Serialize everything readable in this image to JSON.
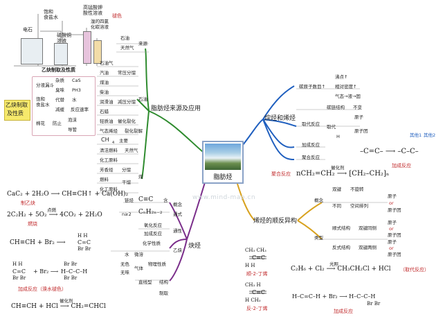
{
  "center": {
    "label": "脂肪烃"
  },
  "colors": {
    "left_branch": "#2e8b2e",
    "right_branch": "#1f5fbf",
    "bottom_left_branch": "#7a2d8a",
    "bottom_right_branch": "#d8a21f",
    "highlight_box": "#f6e96b",
    "red_text": "#c0282a"
  },
  "apparatus": {
    "title": "乙炔制取及性质",
    "labels": [
      "饱和",
      "食盐水",
      "高锰酸钾",
      "酸性溶液",
      "褪色",
      "电石",
      "硫酸铜",
      "溶液",
      "溴的四氯",
      "化碳溶液"
    ]
  },
  "source": {
    "title": "脂肪烃来源及应用",
    "nodes": [
      "石油",
      "天然气",
      "来源",
      "石油气",
      "汽油",
      "煤油",
      "柴油",
      "润滑油",
      "石蜡",
      "轻质油",
      "气态烯烃",
      "常压分馏",
      "减压分馏",
      "催化裂化",
      "裂化裂解",
      "石油",
      "CH",
      "4",
      "主要",
      "清洁燃料",
      "化工原料",
      "天然气",
      "芳香烃",
      "燃料",
      "化工原料",
      "分馏",
      "干馏",
      "煤"
    ]
  },
  "acetylene_box": {
    "title": [
      "乙炔制取",
      "及性质"
    ],
    "rows": [
      [
        "分液漏斗",
        "杂质",
        "CaS"
      ],
      [
        "饱和",
        "食盐水",
        "臭味",
        "PH3"
      ],
      [
        "",
        "代替",
        "水"
      ],
      [
        "",
        "减缓",
        "反应速率"
      ],
      [
        "棉花",
        "防止",
        "泡沫"
      ],
      [
        "",
        "",
        "导管"
      ]
    ]
  },
  "left_eqs": {
    "e1": "CaC₂ + 2H₂O ⟶ CH≡CH↑ + Ca(OH)₂",
    "e1_note": "制乙炔",
    "e2": "2C₂H₂ + 5O₂ ⟶ 4CO₂ + 2H₂O",
    "e2_over": "点燃",
    "e2_note": "燃烧",
    "e3": "CH≡CH + Br₂ ⟶",
    "e3_product": [
      "H  H",
      "C=C",
      "Br Br"
    ],
    "e4_left": [
      "H  H",
      "C=C",
      "Br Br"
    ],
    "e4_mid": "+ Br₂ ⟶",
    "e4_product": [
      "Br Br",
      "H–C–C–H",
      "Br Br"
    ],
    "e4_note": "加成反应（溴水褪色）",
    "e5": "CH≡CH + HCl ⟶ CH₂=CHCl",
    "e5_over": "催化剂"
  },
  "alkyne": {
    "title": "炔烃",
    "nodes": [
      "链烃",
      "C≡C",
      "含",
      "概念",
      "n≥2",
      "CₙH₂ₙ₋₂",
      "通式",
      "氧化反应",
      "加成反应",
      "化学性质",
      "通性",
      "水",
      "微溶",
      "无色",
      "气体",
      "无味",
      "物理性质",
      "直线型",
      "结构",
      "乙炔",
      "制取"
    ]
  },
  "alkene_right": {
    "title": "烷烃和烯烃",
    "nodes": [
      "碳原子数目↑",
      "沸点↑",
      "相对密度↑",
      "气态→液→固",
      "取代反应",
      "碳链结构",
      "不变",
      "取代",
      "原子",
      "原子团",
      "H",
      "加成反应",
      "聚合反应"
    ],
    "side_note": [
      "其他1",
      "其他2"
    ],
    "eq_add": "–C=C– ⟶ –C–C–",
    "eq_add_note": "加成反应",
    "poly_label": "聚合反应",
    "poly_eq": "nCH₂=CH₂ ⟶ [CH₂–CH₂]ₙ",
    "poly_over": "催化剂"
  },
  "isomer": {
    "title": "烯烃的顺反异构",
    "nodes": [
      "概念",
      "双键",
      "不旋转",
      "不同",
      "空间排列",
      "原子",
      "or",
      "原子团",
      "类型",
      "顺式结构",
      "双键同侧",
      "原子",
      "or",
      "原子团",
      "反式结构",
      "双键两侧",
      "原子",
      "or",
      "原子团"
    ],
    "cis_label": "顺-2-丁烯",
    "trans_label": "反-2-丁烯",
    "cis_struct": [
      "CH₃   CH₃",
      "C=C",
      "H     H"
    ],
    "trans_struct": [
      "CH₃   H",
      "C=C",
      "H     CH₃"
    ],
    "sub_eq": "C₂H₆ + Cl₂ ⟶ CH₃CH₂Cl + HCl",
    "sub_over": "光照",
    "sub_note": "（取代反应）",
    "add_eq": "H–C=C–H + Br₂ ⟶ H–C–C–H",
    "add_note": "加成反应",
    "add_sub": [
      "Br Br"
    ]
  },
  "watermark": "www.mind-map.cn"
}
